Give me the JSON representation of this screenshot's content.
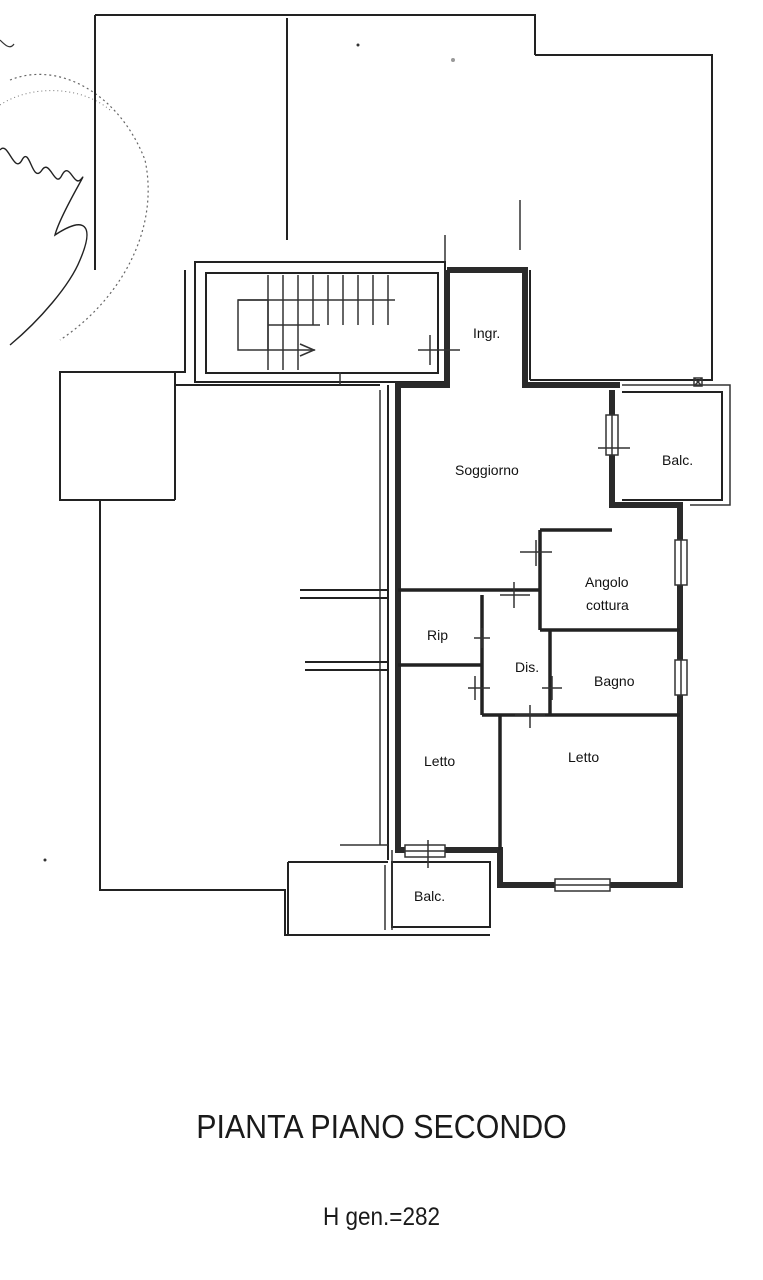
{
  "plan": {
    "title": "PIANTA PIANO SECONDO",
    "subtitle": "H gen.=282",
    "rooms": {
      "entrance": "Ingr.",
      "living": "Soggiorno",
      "balcony_east": "Balc.",
      "kitchen_line1": "Angolo",
      "kitchen_line2": "cottura",
      "storage": "Rip",
      "hall": "Dis.",
      "bathroom": "Bagno",
      "bedroom_west": "Letto",
      "bedroom_east": "Letto",
      "balcony_south": "Balc."
    },
    "stamp": "signature-stamp"
  }
}
